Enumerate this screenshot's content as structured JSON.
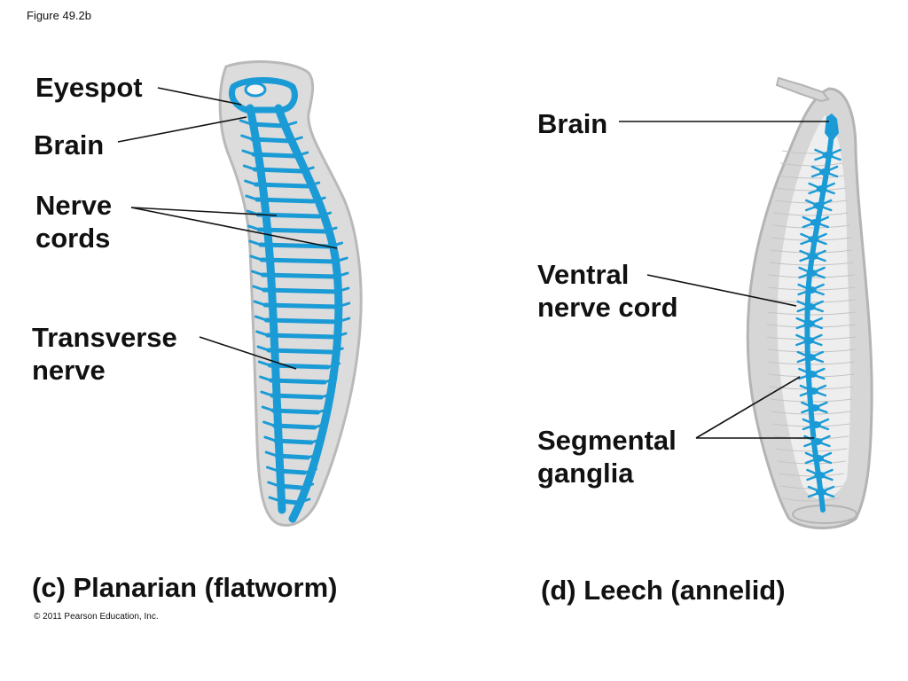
{
  "figure_id": "Figure 49.2b",
  "labels": {
    "eyespot": "Eyespot",
    "brain_c": "Brain",
    "nerve_cords": "Nerve\ncords",
    "transverse_nerve": "Transverse\nnerve",
    "brain_d": "Brain",
    "ventral_nerve_cord": "Ventral\nnerve cord",
    "segmental_ganglia": "Segmental\nganglia"
  },
  "captions": {
    "planarian": "(c) Planarian (flatworm)",
    "leech": "(d) Leech (annelid)"
  },
  "copyright": "© 2011 Pearson Education, Inc.",
  "colors": {
    "nerve": "#1b9bd6",
    "body": "#dcdcdc",
    "outline": "#b9b9b9",
    "text": "#111111"
  }
}
